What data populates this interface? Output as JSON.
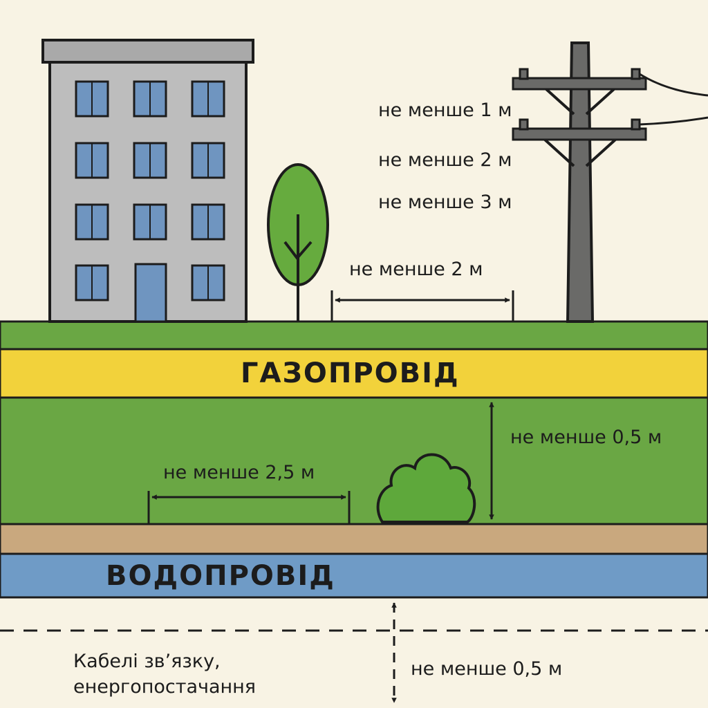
{
  "labels": {
    "pole_1m": "не менше 1 м",
    "pole_2m": "не менше 2 м",
    "pole_3m": "не менше 3 м",
    "tree_pole": "не менше 2 м",
    "gas_pipeline": "ГАЗОПРОВІД",
    "gas_water_vertical": "не менше 0,5 м",
    "gas_horizontal": "не менше 2,5 м",
    "water_pipeline": "ВОДОПРОВІД",
    "cables_line1": "Кабелі зв’язку,",
    "cables_line2": "енергопостачання",
    "cables_vertical": "не менше 0,5 м"
  },
  "colors": {
    "background": "#f8f3e4",
    "grass": "#6aa744",
    "gas": "#f2d23b",
    "soil": "#c9a87e",
    "water": "#6f9bc6",
    "building": "#bdbdbd",
    "window": "#6f95c0",
    "tree": "#66ab3e",
    "bush": "#5ea83b",
    "pole": "#6a6a68",
    "outline": "#1c1c1c"
  },
  "icons": [
    "building-icon",
    "tree-icon",
    "utility-pole-icon",
    "bush-icon"
  ]
}
